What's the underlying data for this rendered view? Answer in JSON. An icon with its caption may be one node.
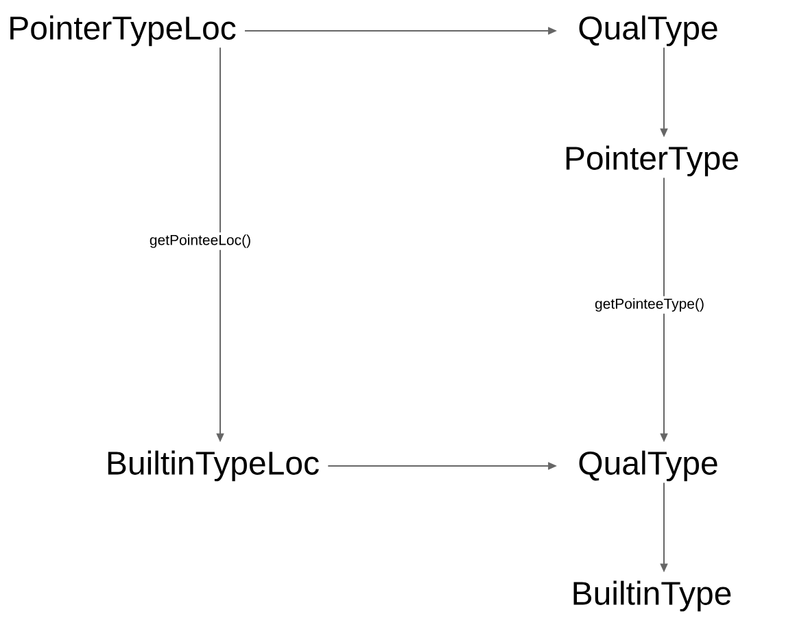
{
  "diagram": {
    "nodes": [
      {
        "text": [
          "PointerTypeLoc"
        ]
      },
      {
        "text": [
          "QualType"
        ]
      },
      {
        "text": [
          "PointerType"
        ]
      },
      {
        "text": [
          "BuiltinTypeLoc"
        ]
      },
      {
        "text": [
          "QualType"
        ]
      },
      {
        "text": [
          "BuiltinType"
        ]
      }
    ],
    "edges": [
      {
        "from": 0,
        "to": 1,
        "arrow": "to"
      },
      {
        "from": 0,
        "to": 3,
        "arrow": "to",
        "label": "getPointeeLoc()"
      },
      {
        "from": 1,
        "to": 2,
        "arrow": "to"
      },
      {
        "from": 2,
        "to": 4,
        "arrow": "to",
        "label": "getPointeeType()"
      },
      {
        "from": 3,
        "to": 4,
        "arrow": "to"
      },
      {
        "from": 4,
        "to": 5,
        "arrow": "to"
      }
    ]
  }
}
